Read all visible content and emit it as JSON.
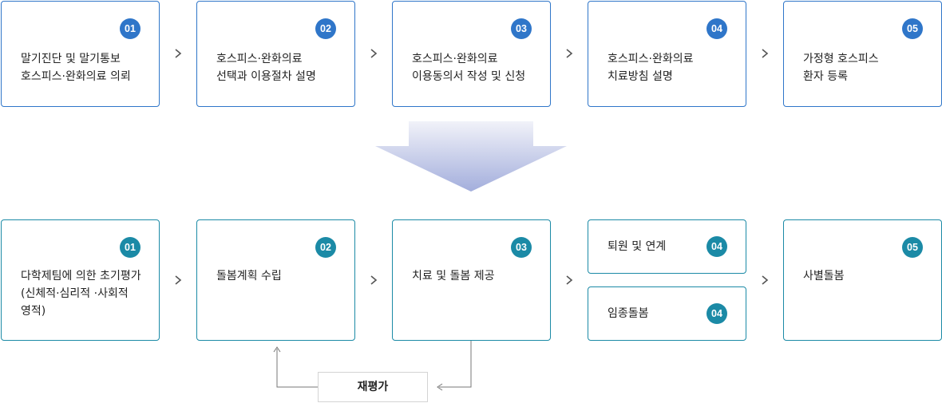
{
  "top_steps": [
    {
      "num": "01",
      "lines": [
        "말기진단 및 말기통보",
        "호스피스·완화의료 의뢰"
      ]
    },
    {
      "num": "02",
      "lines": [
        "호스피스·완화의료",
        "선택과 이용절차 설명"
      ]
    },
    {
      "num": "03",
      "lines": [
        "호스피스·완화의료",
        "이용동의서 작성 및 신청"
      ]
    },
    {
      "num": "04",
      "lines": [
        "호스피스·완화의료",
        "치료방침 설명"
      ]
    },
    {
      "num": "05",
      "lines": [
        "가정형 호스피스",
        "환자 등록"
      ]
    }
  ],
  "bottom_steps": {
    "s1": {
      "num": "01",
      "lines": [
        "다학제팀에 의한 초기평가",
        "(신체적·심리적 ·사회적",
        "영적)"
      ]
    },
    "s2": {
      "num": "02",
      "lines": [
        "돌봄계획 수립"
      ]
    },
    "s3": {
      "num": "03",
      "lines": [
        "치료 및 돌봄 제공"
      ]
    },
    "s4a": {
      "num": "04",
      "lines": [
        "퇴원 및 연계"
      ]
    },
    "s4b": {
      "num": "04",
      "lines": [
        "임종돌봄"
      ]
    },
    "s5": {
      "num": "05",
      "lines": [
        "사별돌봄"
      ]
    }
  },
  "reevaluation": "재평가",
  "colors": {
    "top_accent": "#2f76c9",
    "bottom_accent": "#1b8aa6",
    "arrow_top": "#eef0f8",
    "arrow_bottom": "#a7b1dd"
  },
  "icons": {
    "separator": "chevron-right-icon",
    "transition": "down-arrow-icon"
  }
}
